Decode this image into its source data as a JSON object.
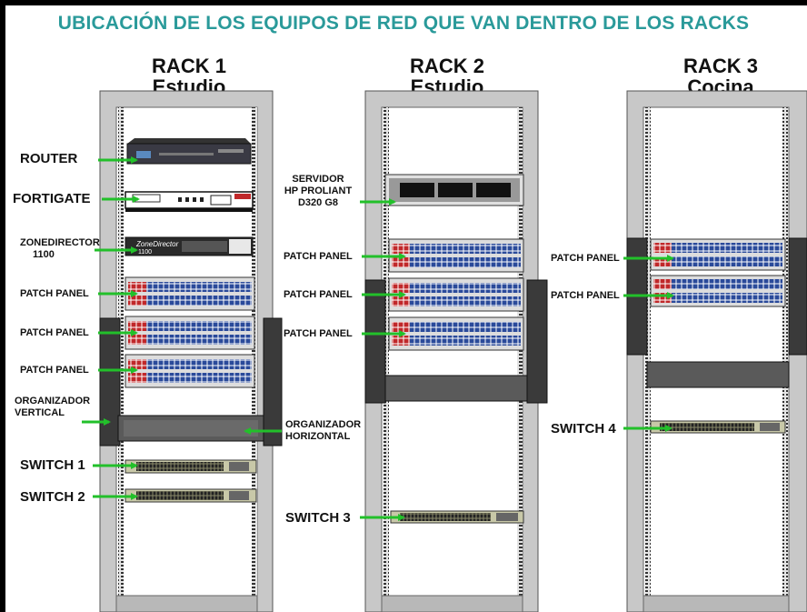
{
  "title": "UBICACIÓN DE LOS EQUIPOS DE RED QUE VAN DENTRO DE LOS RACKS",
  "colors": {
    "title": "#2a9a9a",
    "arrow": "#22c02a",
    "rack_frame": "#c8c8c8"
  },
  "racks": [
    {
      "name": "RACK 1",
      "location": "Estudio"
    },
    {
      "name": "RACK 2",
      "location": "Estudio"
    },
    {
      "name": "RACK 3",
      "location": "Cocina"
    }
  ],
  "labels": {
    "router": "ROUTER",
    "fortigate": "FORTIGATE",
    "zonedirector_1": "ZONEDIRECTOR",
    "zonedirector_2": "1100",
    "patch_panel": "PATCH PANEL",
    "organizador_vertical_1": "ORGANIZADOR",
    "organizador_vertical_2": "VERTICAL",
    "organizador_horizontal_1": "ORGANIZADOR",
    "organizador_horizontal_2": "HORIZONTAL",
    "switch_1": "SWITCH 1",
    "switch_2": "SWITCH 2",
    "switch_3": "SWITCH 3",
    "switch_4": "SWITCH 4",
    "servidor_1": "SERVIDOR",
    "servidor_2": "HP PROLIANT",
    "servidor_3": "D320 G8"
  },
  "device_text": {
    "zonedirector": "ZoneDirector",
    "zonedirector_model": "1100"
  }
}
